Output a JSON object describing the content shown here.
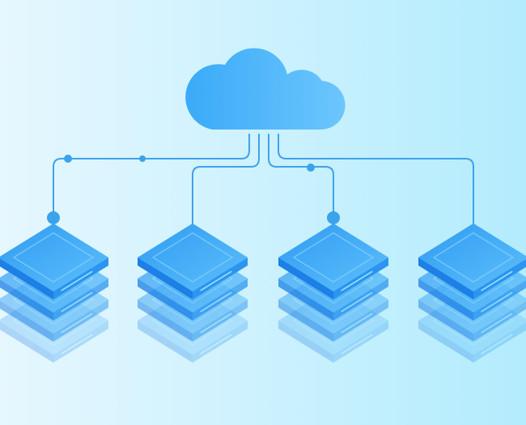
{
  "illustration": {
    "subject": "cloud-to-servers-network",
    "icons": {
      "cloud": "cloud-icon",
      "server": "server-stack-icon",
      "node": "connector-node-icon"
    },
    "colors": {
      "background_left": "#e6f7fe",
      "background_right": "#b3ecfd",
      "cloud_dark": "#3aaaf8",
      "cloud_light": "#6cc6fd",
      "server_top": "#2f9bf2",
      "server_top_light": "#5ec0fb",
      "server_side": "#1f86ea",
      "line": "#3fa3ea",
      "node": "#3ba2ec"
    },
    "servers": [
      {
        "id": "server-1",
        "stacked_layers": 4
      },
      {
        "id": "server-2",
        "stacked_layers": 4
      },
      {
        "id": "server-3",
        "stacked_layers": 4
      },
      {
        "id": "server-4",
        "stacked_layers": 4
      }
    ]
  }
}
